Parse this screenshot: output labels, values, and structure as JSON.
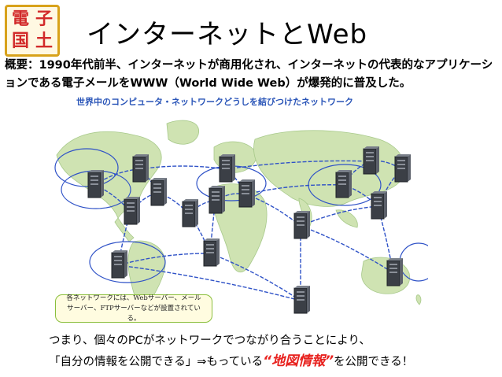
{
  "logo": {
    "chars": [
      "電",
      "子",
      "国",
      "土"
    ]
  },
  "title": "インターネットとWeb",
  "summary": "概要：1990年代前半、インターネットが商用化され、インターネットの代表的なアプリケーションである電子メールをWWW（World Wide Web）が爆発的に普及した。",
  "diagram": {
    "caption": "世界中のコンピュータ・ネットワークどうしを結びつけたネットワーク",
    "callout_line1": "各ネットワークには、Webサーバー、メール",
    "callout_line2": "サーバー、FTPサーバーなどが設置されている。",
    "colors": {
      "ocean": "#ffffff",
      "land": "#cfe3b2",
      "link": "#2f52c7",
      "server": "#3b3f46",
      "ring": "#2f52c7"
    }
  },
  "conclusion": {
    "line1": "つまり、個々のPCがネットワークでつながり合うことにより、",
    "line2_before": "「自分の情報を公開できる」⇒もっている",
    "line2_highlight": "“地図情報”",
    "line2_after": "を公開できる！"
  }
}
